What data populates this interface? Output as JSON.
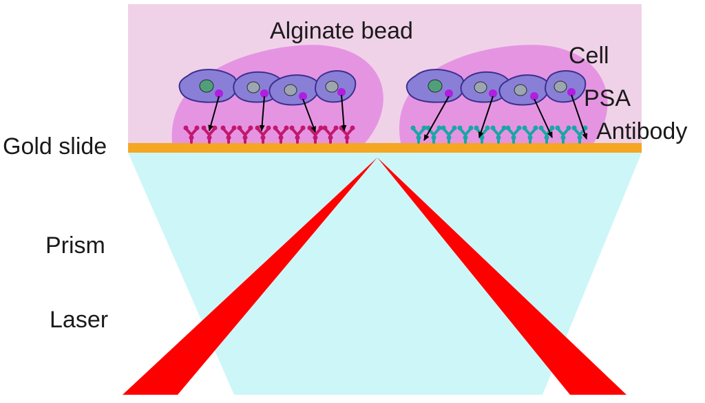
{
  "labels": {
    "alginate_bead": "Alginate bead",
    "cell": "Cell",
    "psa": "PSA",
    "antibody": "Antibody",
    "gold_slide": "Gold slide",
    "prism": "Prism",
    "laser": "Laser"
  },
  "colors": {
    "medium": "#f0d2e8",
    "bead": "#e27fe0",
    "cell": "#8a7fd6",
    "cell_edge": "#3b2f8f",
    "nucleus": "#9ca6b0",
    "nucleus_green": "#4fa07a",
    "psa_dot": "#b01ee0",
    "gold": "#f5a623",
    "prism": "#cdf6f8",
    "laser": "#ff0000",
    "antibody_left": "#c2186e",
    "antibody_right": "#1aa6a6"
  }
}
